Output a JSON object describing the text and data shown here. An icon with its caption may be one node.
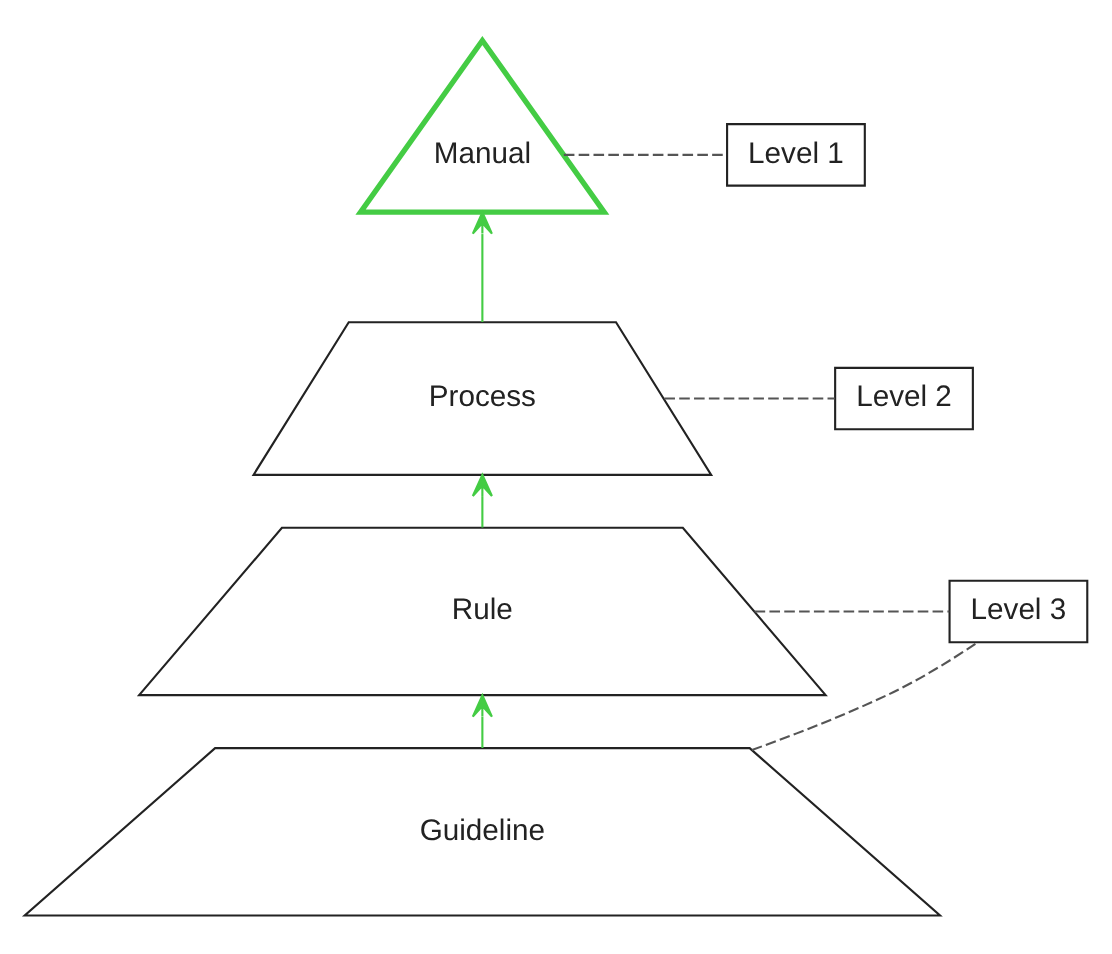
{
  "diagram": {
    "nodes": [
      {
        "text": [
          "Manual"
        ]
      },
      {
        "text": [
          "Process"
        ]
      },
      {
        "text": [
          "Rule"
        ]
      },
      {
        "text": [
          "Guideline"
        ]
      },
      {
        "text": [
          "Level 1"
        ]
      },
      {
        "text": [
          "Level 2"
        ]
      },
      {
        "text": [
          "Level 3"
        ]
      }
    ],
    "edges": [
      {
        "from": 1,
        "to": 0,
        "arrow": "to",
        "color": "#44cc44"
      },
      {
        "from": 2,
        "to": 1,
        "arrow": "to",
        "color": "#44cc44"
      },
      {
        "from": 3,
        "to": 2,
        "arrow": "to",
        "color": "#44cc44"
      },
      {
        "from": 0,
        "to": 4,
        "arrow": "none",
        "style": "dashed"
      },
      {
        "from": 1,
        "to": 5,
        "arrow": "none",
        "style": "dashed"
      },
      {
        "from": 2,
        "to": 6,
        "arrow": "none",
        "style": "dashed"
      },
      {
        "from": 3,
        "to": 6,
        "arrow": "none",
        "style": "dashed"
      }
    ]
  }
}
